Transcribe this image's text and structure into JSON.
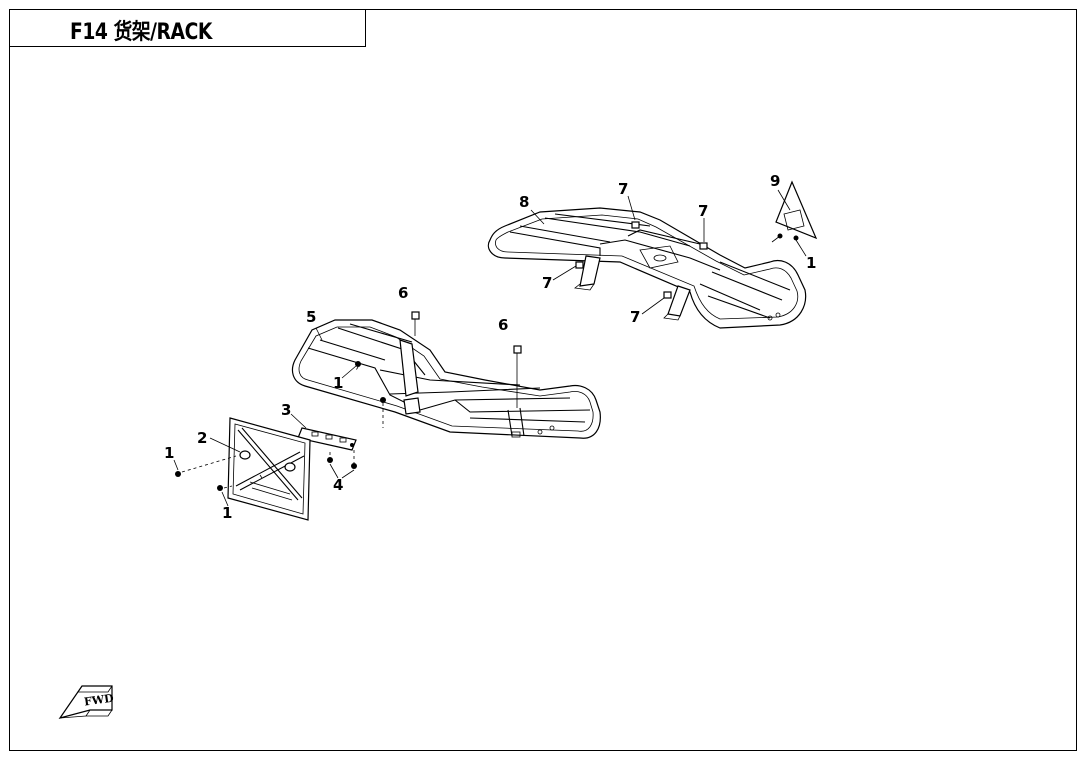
{
  "title": "F14 货架/RACK",
  "callouts": {
    "c1a": "1",
    "c1b": "1",
    "c1c": "1",
    "c1d": "1",
    "c2": "2",
    "c3": "3",
    "c4": "4",
    "c5": "5",
    "c6a": "6",
    "c6b": "6",
    "c7a": "7",
    "c7b": "7",
    "c7c": "7",
    "c7d": "7",
    "c8": "8",
    "c9": "9"
  },
  "fwd_label": "FWD",
  "icons": [
    "fwd-arrow-icon"
  ]
}
